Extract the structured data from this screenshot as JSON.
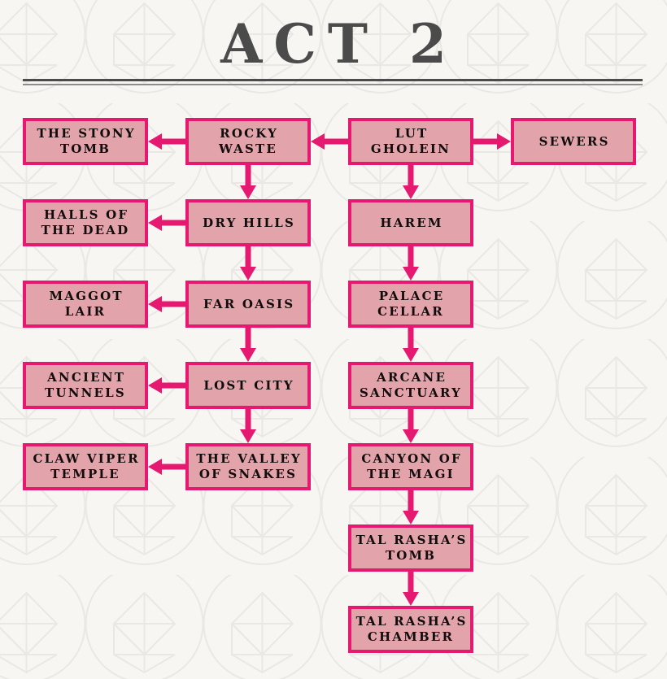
{
  "header": {
    "title": "ACT 2"
  },
  "theme": {
    "background_color": "#f7f6f3",
    "node_fill": "#e2a3aa",
    "node_border": "#e4196f",
    "arrow_color": "#e4196f",
    "title_color": "#4b4b4b",
    "rule_color": "#4b4b4b",
    "rule_secondary_color": "#8d8d8d",
    "watermark_color": "#eae8e4",
    "label_color": "#120d0d"
  },
  "diagram": {
    "type": "flowchart",
    "columns": 4,
    "rows": 7,
    "nodes": [
      {
        "id": "the-stony-tomb",
        "label": "THE STONY\nTOMB",
        "col": 0,
        "row": 0
      },
      {
        "id": "rocky-waste",
        "label": "ROCKY WASTE",
        "col": 1,
        "row": 0
      },
      {
        "id": "lut-gholein",
        "label": "LUT GHOLEIN",
        "col": 2,
        "row": 0
      },
      {
        "id": "sewers",
        "label": "SEWERS",
        "col": 3,
        "row": 0
      },
      {
        "id": "halls-of-the-dead",
        "label": "HALLS OF\nTHE DEAD",
        "col": 0,
        "row": 1
      },
      {
        "id": "dry-hills",
        "label": "DRY HILLS",
        "col": 1,
        "row": 1
      },
      {
        "id": "harem",
        "label": "HAREM",
        "col": 2,
        "row": 1
      },
      {
        "id": "maggot-lair",
        "label": "MAGGOT\nLAIR",
        "col": 0,
        "row": 2
      },
      {
        "id": "far-oasis",
        "label": "FAR OASIS",
        "col": 1,
        "row": 2
      },
      {
        "id": "palace-cellar",
        "label": "PALACE\nCELLAR",
        "col": 2,
        "row": 2
      },
      {
        "id": "ancient-tunnels",
        "label": "ANCIENT\nTUNNELS",
        "col": 0,
        "row": 3
      },
      {
        "id": "lost-city",
        "label": "LOST CITY",
        "col": 1,
        "row": 3
      },
      {
        "id": "arcane-sanctuary",
        "label": "ARCANE\nSANCTUARY",
        "col": 2,
        "row": 3
      },
      {
        "id": "claw-viper-temple",
        "label": "CLAW VIPER\nTEMPLE",
        "col": 0,
        "row": 4
      },
      {
        "id": "the-valley-of-snakes",
        "label": "THE VALLEY\nOF SNAKES",
        "col": 1,
        "row": 4
      },
      {
        "id": "canyon-of-the-magi",
        "label": "CANYON OF\nTHE MAGI",
        "col": 2,
        "row": 4
      },
      {
        "id": "tal-rashas-tomb",
        "label": "TAL RASHA’S\nTOMB",
        "col": 2,
        "row": 5
      },
      {
        "id": "tal-rashas-chamber",
        "label": "TAL RASHA’S\nCHAMBER",
        "col": 2,
        "row": 6
      }
    ],
    "edges": [
      {
        "from": "rocky-waste",
        "to": "the-stony-tomb",
        "direction": "left"
      },
      {
        "from": "lut-gholein",
        "to": "rocky-waste",
        "direction": "left"
      },
      {
        "from": "lut-gholein",
        "to": "sewers",
        "direction": "right"
      },
      {
        "from": "rocky-waste",
        "to": "dry-hills",
        "direction": "down"
      },
      {
        "from": "dry-hills",
        "to": "halls-of-the-dead",
        "direction": "left"
      },
      {
        "from": "dry-hills",
        "to": "far-oasis",
        "direction": "down"
      },
      {
        "from": "far-oasis",
        "to": "maggot-lair",
        "direction": "left"
      },
      {
        "from": "far-oasis",
        "to": "lost-city",
        "direction": "down"
      },
      {
        "from": "lost-city",
        "to": "ancient-tunnels",
        "direction": "left"
      },
      {
        "from": "lost-city",
        "to": "the-valley-of-snakes",
        "direction": "down"
      },
      {
        "from": "the-valley-of-snakes",
        "to": "claw-viper-temple",
        "direction": "left"
      },
      {
        "from": "lut-gholein",
        "to": "harem",
        "direction": "down"
      },
      {
        "from": "harem",
        "to": "palace-cellar",
        "direction": "down"
      },
      {
        "from": "palace-cellar",
        "to": "arcane-sanctuary",
        "direction": "down"
      },
      {
        "from": "arcane-sanctuary",
        "to": "canyon-of-the-magi",
        "direction": "down"
      },
      {
        "from": "canyon-of-the-magi",
        "to": "tal-rashas-tomb",
        "direction": "down"
      },
      {
        "from": "tal-rashas-tomb",
        "to": "tal-rashas-chamber",
        "direction": "down"
      }
    ]
  }
}
